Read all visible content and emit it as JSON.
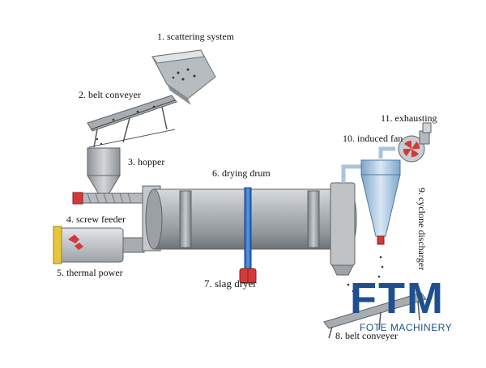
{
  "labels": {
    "scattering_system": "1. scattering system",
    "belt_conveyer_top": "2. belt conveyer",
    "hopper": "3. hopper",
    "screw_feeder": "4. screw feeder",
    "thermal_power": "5. thermal power",
    "drying_drum": "6. drying drum",
    "slag_dryer": "7.  slag dryer",
    "belt_conveyer_bottom": "8. belt conveyer",
    "cyclone_discharger": "9. cyclone discharger",
    "induced_fan": "10. induced fan",
    "exhausting": "11. exhausting"
  },
  "logo": {
    "mark": "FTM",
    "company": "FOTE MACHINERY"
  },
  "colors": {
    "metal": "#9aa0a6",
    "metal_dark": "#5f6468",
    "ring_blue": "#2e6fc7",
    "accent_red": "#d23a3a",
    "heater_yellow": "#e8c53a",
    "logo_blue": "#1f4f8f",
    "pipe": "#a9c4de"
  }
}
